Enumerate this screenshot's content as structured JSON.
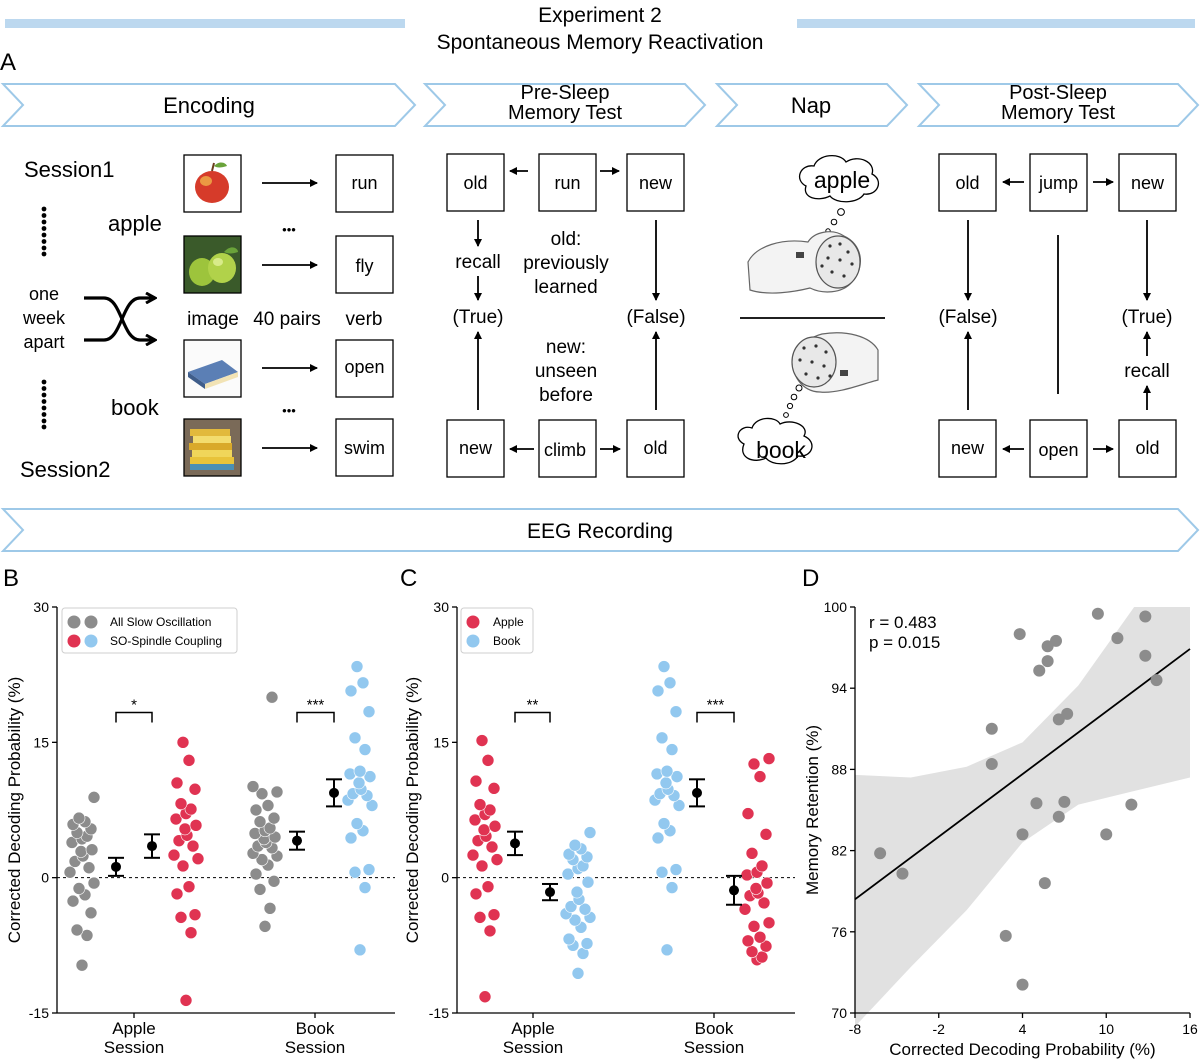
{
  "header": {
    "title": "Experiment 2",
    "subtitle": "Spontaneous Memory Reactivation"
  },
  "panels": {
    "a": "A",
    "b": "B",
    "c": "C",
    "d": "D"
  },
  "stages": {
    "encoding": "Encoding",
    "presleep_line1": "Pre-Sleep",
    "presleep_line2": "Memory Test",
    "nap": "Nap",
    "postsleep_line1": "Post-Sleep",
    "postsleep_line2": "Memory Test",
    "eeg": "EEG Recording"
  },
  "encoding": {
    "session1": "Session1",
    "session2": "Session2",
    "apple": "apple",
    "book": "book",
    "one": "one",
    "week": "week",
    "apart": "apart",
    "image": "image",
    "pairs": "40 pairs",
    "verb": "verb",
    "verbs": [
      "run",
      "fly",
      "open",
      "swim"
    ],
    "dots": "•••",
    "image_icons": [
      "apple-red",
      "apple-green",
      "book-blue",
      "books-stack"
    ]
  },
  "pretest": {
    "cue_top": "run",
    "cue_bottom": "climb",
    "old": "old",
    "new": "new",
    "recall": "recall",
    "true": "(True)",
    "false": "(False)",
    "old_def": [
      "old:",
      "previously",
      "learned"
    ],
    "new_def": [
      "new:",
      "unseen",
      "before"
    ]
  },
  "nap": {
    "bubble_top": "apple",
    "bubble_bottom": "book"
  },
  "posttest": {
    "cue_top": "jump",
    "cue_bottom": "open",
    "old": "old",
    "new": "new",
    "true": "(True)",
    "false": "(False)",
    "recall": "recall"
  },
  "colors": {
    "gray": "#8c8c8c",
    "red": "#e03352",
    "blue": "#92c8ef",
    "chevron": "#9ec9e8",
    "ci": "#e1e1e1"
  },
  "chart_data": [
    {
      "type": "scatter",
      "panel": "B",
      "ylabel": "Corrected Decoding Probability (%)",
      "ylim": [
        -15,
        30
      ],
      "yticks": [
        -15,
        0,
        15,
        30
      ],
      "categories": [
        "Apple Session",
        "Book Session"
      ],
      "category_lines": [
        [
          "Apple",
          "Session"
        ],
        [
          "Book",
          "Session"
        ]
      ],
      "legend_position": "top-left",
      "legend": [
        {
          "label": "All Slow Oscillation",
          "colors": [
            "#8c8c8c",
            "#8c8c8c"
          ]
        },
        {
          "label": "SO-Spindle Coupling",
          "colors": [
            "#e03352",
            "#92c8ef"
          ]
        }
      ],
      "series": [
        {
          "group": "Apple Session",
          "color": "#8c8c8c",
          "mean": 1.2,
          "err": 1.0,
          "values": [
            8.9,
            6.6,
            6.2,
            5.9,
            5.4,
            5.0,
            4.6,
            4.3,
            3.9,
            3.1,
            2.9,
            2.4,
            1.8,
            1.1,
            0.6,
            -0.6,
            -1.2,
            -1.9,
            -2.6,
            -3.9,
            -5.8,
            -6.4,
            -9.7
          ]
        },
        {
          "group": "Apple Session",
          "color": "#e03352",
          "mean": 3.5,
          "err": 1.3,
          "values": [
            15.0,
            13.0,
            10.5,
            9.8,
            8.2,
            7.6,
            7.1,
            6.5,
            5.8,
            5.4,
            4.7,
            4.1,
            3.5,
            2.5,
            2.1,
            1.3,
            -1.0,
            -1.8,
            -4.1,
            -4.4,
            -6.1,
            -13.6
          ]
        },
        {
          "group": "Book Session",
          "color": "#8c8c8c",
          "mean": 4.1,
          "err": 1.0,
          "values": [
            20.0,
            10.1,
            9.5,
            9.3,
            8.0,
            7.5,
            6.6,
            6.2,
            5.5,
            5.2,
            4.9,
            4.5,
            4.3,
            3.9,
            3.5,
            3.3,
            2.7,
            2.4,
            2.0,
            1.4,
            0.4,
            -0.4,
            -1.3,
            -3.4,
            -5.4
          ]
        },
        {
          "group": "Book Session",
          "color": "#92c8ef",
          "mean": 9.4,
          "err": 1.5,
          "values": [
            23.4,
            21.6,
            20.7,
            18.4,
            15.5,
            14.2,
            11.8,
            11.5,
            11.2,
            10.5,
            9.8,
            9.3,
            9.1,
            8.6,
            8.0,
            6.0,
            5.2,
            4.4,
            0.9,
            0.6,
            -1.1,
            -8.0
          ]
        }
      ],
      "significance": [
        {
          "group": "Apple Session",
          "label": "*"
        },
        {
          "group": "Book Session",
          "label": "***"
        }
      ]
    },
    {
      "type": "scatter",
      "panel": "C",
      "ylabel": "Corrected Decoding Probability (%)",
      "ylim": [
        -15,
        30
      ],
      "yticks": [
        -15,
        0,
        15,
        30
      ],
      "categories": [
        "Apple Session",
        "Book Session"
      ],
      "category_lines": [
        [
          "Apple",
          "Session"
        ],
        [
          "Book",
          "Session"
        ]
      ],
      "legend_position": "top-left",
      "legend": [
        {
          "label": "Apple",
          "colors": [
            "#e03352"
          ]
        },
        {
          "label": "Book",
          "colors": [
            "#92c8ef"
          ]
        }
      ],
      "series": [
        {
          "group": "Apple Session",
          "color": "#e03352",
          "mean": 3.8,
          "err": 1.3,
          "values": [
            15.2,
            13.0,
            10.7,
            9.9,
            8.1,
            7.5,
            7.0,
            6.4,
            5.7,
            5.3,
            4.6,
            4.1,
            3.4,
            2.5,
            2.0,
            1.3,
            -1.0,
            -1.8,
            -4.1,
            -4.4,
            -5.9,
            -13.2
          ]
        },
        {
          "group": "Apple Session",
          "color": "#92c8ef",
          "mean": -1.6,
          "err": 0.9,
          "values": [
            5.0,
            3.6,
            3.2,
            2.6,
            2.3,
            2.0,
            1.3,
            1.0,
            0.4,
            -0.5,
            -1.6,
            -2.4,
            -3.2,
            -3.5,
            -4.0,
            -4.4,
            -4.7,
            -5.5,
            -6.8,
            -7.3,
            -7.5,
            -8.4,
            -10.6
          ]
        },
        {
          "group": "Book Session",
          "color": "#92c8ef",
          "mean": 9.4,
          "err": 1.5,
          "values": [
            23.4,
            21.6,
            20.7,
            18.4,
            15.5,
            14.2,
            11.8,
            11.5,
            11.2,
            10.5,
            9.8,
            9.3,
            9.1,
            8.6,
            8.0,
            6.0,
            5.2,
            4.4,
            0.9,
            0.6,
            -1.1,
            -8.0
          ]
        },
        {
          "group": "Book Session",
          "color": "#e03352",
          "mean": -1.4,
          "err": 1.6,
          "values": [
            13.2,
            12.6,
            11.2,
            7.1,
            4.8,
            2.7,
            1.3,
            0.6,
            0.3,
            -0.6,
            -1.2,
            -1.7,
            -2.0,
            -2.8,
            -3.5,
            -5.0,
            -5.4,
            -6.6,
            -7.0,
            -7.6,
            -8.2,
            -8.8,
            -9.1
          ]
        }
      ],
      "significance": [
        {
          "group": "Apple Session",
          "label": "**"
        },
        {
          "group": "Book Session",
          "label": "***"
        }
      ]
    },
    {
      "type": "scatter",
      "panel": "D",
      "xlabel": "Corrected Decoding Probability (%)",
      "ylabel": "Memory Retention (%)",
      "xlim": [
        -8,
        16
      ],
      "ylim": [
        70,
        100
      ],
      "xticks": [
        -8,
        -2,
        4,
        10,
        16
      ],
      "yticks": [
        70,
        76,
        82,
        88,
        94,
        100
      ],
      "stats": {
        "r": "r = 0.483",
        "p": "p = 0.015"
      },
      "fit_line": {
        "x": [
          -8,
          16
        ],
        "y": [
          78.4,
          96.9
        ]
      },
      "ci_band": {
        "x": [
          -8,
          -4,
          0,
          4,
          8,
          12,
          16
        ],
        "lower": [
          69.0,
          73.4,
          77.6,
          82.6,
          85.4,
          86.4,
          87.4
        ],
        "upper": [
          87.6,
          87.4,
          88.2,
          90.0,
          94.2,
          100.0,
          100.0
        ]
      },
      "points": [
        {
          "x": -6.2,
          "y": 81.8
        },
        {
          "x": -4.6,
          "y": 80.3
        },
        {
          "x": 1.8,
          "y": 91.0
        },
        {
          "x": 1.8,
          "y": 88.4
        },
        {
          "x": 3.8,
          "y": 98.0
        },
        {
          "x": 2.8,
          "y": 75.7
        },
        {
          "x": 4.0,
          "y": 83.2
        },
        {
          "x": 4.0,
          "y": 72.1
        },
        {
          "x": 5.0,
          "y": 85.5
        },
        {
          "x": 5.2,
          "y": 95.3
        },
        {
          "x": 5.8,
          "y": 97.1
        },
        {
          "x": 5.8,
          "y": 96.0
        },
        {
          "x": 6.4,
          "y": 97.5
        },
        {
          "x": 6.6,
          "y": 91.7
        },
        {
          "x": 7.2,
          "y": 92.1
        },
        {
          "x": 5.6,
          "y": 79.6
        },
        {
          "x": 6.6,
          "y": 84.5
        },
        {
          "x": 7.0,
          "y": 85.6
        },
        {
          "x": 9.4,
          "y": 99.5
        },
        {
          "x": 10.0,
          "y": 83.2
        },
        {
          "x": 10.8,
          "y": 97.7
        },
        {
          "x": 12.8,
          "y": 99.3
        },
        {
          "x": 12.8,
          "y": 96.4
        },
        {
          "x": 13.6,
          "y": 94.6
        },
        {
          "x": 11.8,
          "y": 85.4
        }
      ],
      "point_color": "#8c8c8c"
    }
  ]
}
